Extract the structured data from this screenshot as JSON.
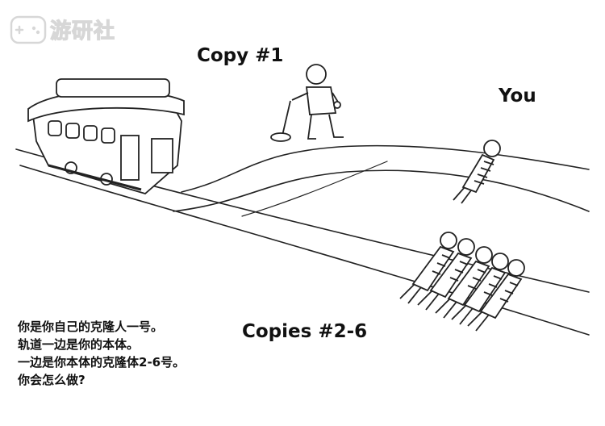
{
  "watermark": {
    "icon": "gamepad-icon",
    "text": "游研社"
  },
  "labels": {
    "copy1": "Copy #1",
    "you": "You",
    "copies": "Copies #2-6"
  },
  "caption": {
    "lines": [
      "你是你自己的克隆人一号。",
      "轨道一边是你的本体。",
      "一边是你本体的克隆体2-6号。",
      "你会怎么做?"
    ]
  },
  "colors": {
    "ink": "#111111",
    "paper": "#ffffff"
  }
}
